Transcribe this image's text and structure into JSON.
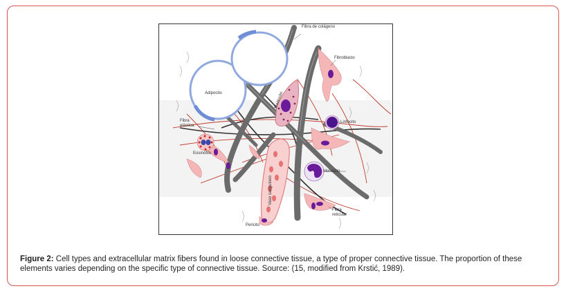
{
  "figure": {
    "labels": {
      "collagen_fiber": "Fibra de colágeno",
      "fibroblast": "Fibroblasto",
      "adipocyte": "Adipocito",
      "mast_cell": "Mastocito",
      "elastic_fiber": "Fibra elástica",
      "lymphocyte": "Linfocito",
      "eosinophil": "Eosinófilo",
      "blood_vessel": "Vaso sanguíneo",
      "monocyte": "Monocito",
      "reticular_fiber": "Fibra reticular",
      "pericyte": "Pericito"
    },
    "colors": {
      "border": "#d9534f",
      "adipocyte_membrane": "#8fa8e0",
      "cell_cytoplasm": "#f4b6b6",
      "nucleus": "#6a1b9a",
      "collagen": "#6b6b6b",
      "elastic": "#333333",
      "reticular": "#c0392b"
    }
  },
  "caption": {
    "label": "Figure 2:",
    "text": " Cell types and extracellular matrix fibers found in loose connective tissue, a type of proper connective tissue. The proportion of these elements varies depending on the specific type of connective tissue. Source: (15, modified from Krstić, 1989)."
  }
}
